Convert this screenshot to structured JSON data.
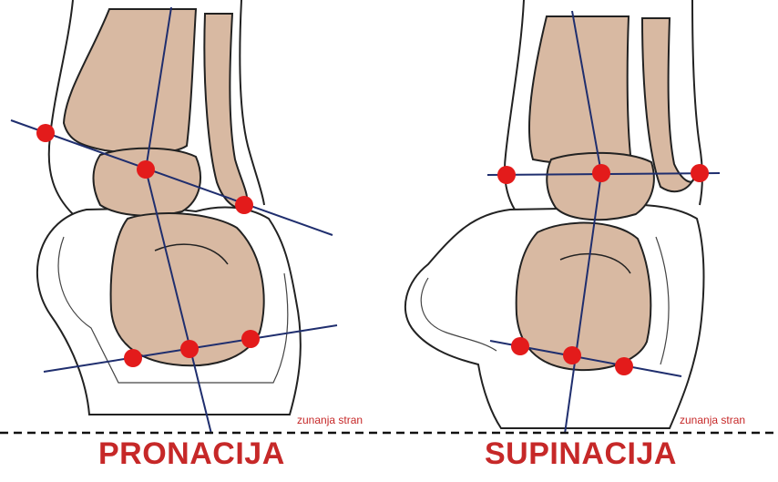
{
  "panels": [
    {
      "caption": "PRONACIJA",
      "side_note": "zunanja stran"
    },
    {
      "caption": "SUPINACIJA",
      "side_note": "zunanja stran"
    }
  ],
  "colors": {
    "bone": "#d8b9a2",
    "outline": "#222222",
    "axis_line": "#1f2e6e",
    "landmark": "#e31b1b",
    "caption": "#c62828",
    "ground": "#111111"
  }
}
